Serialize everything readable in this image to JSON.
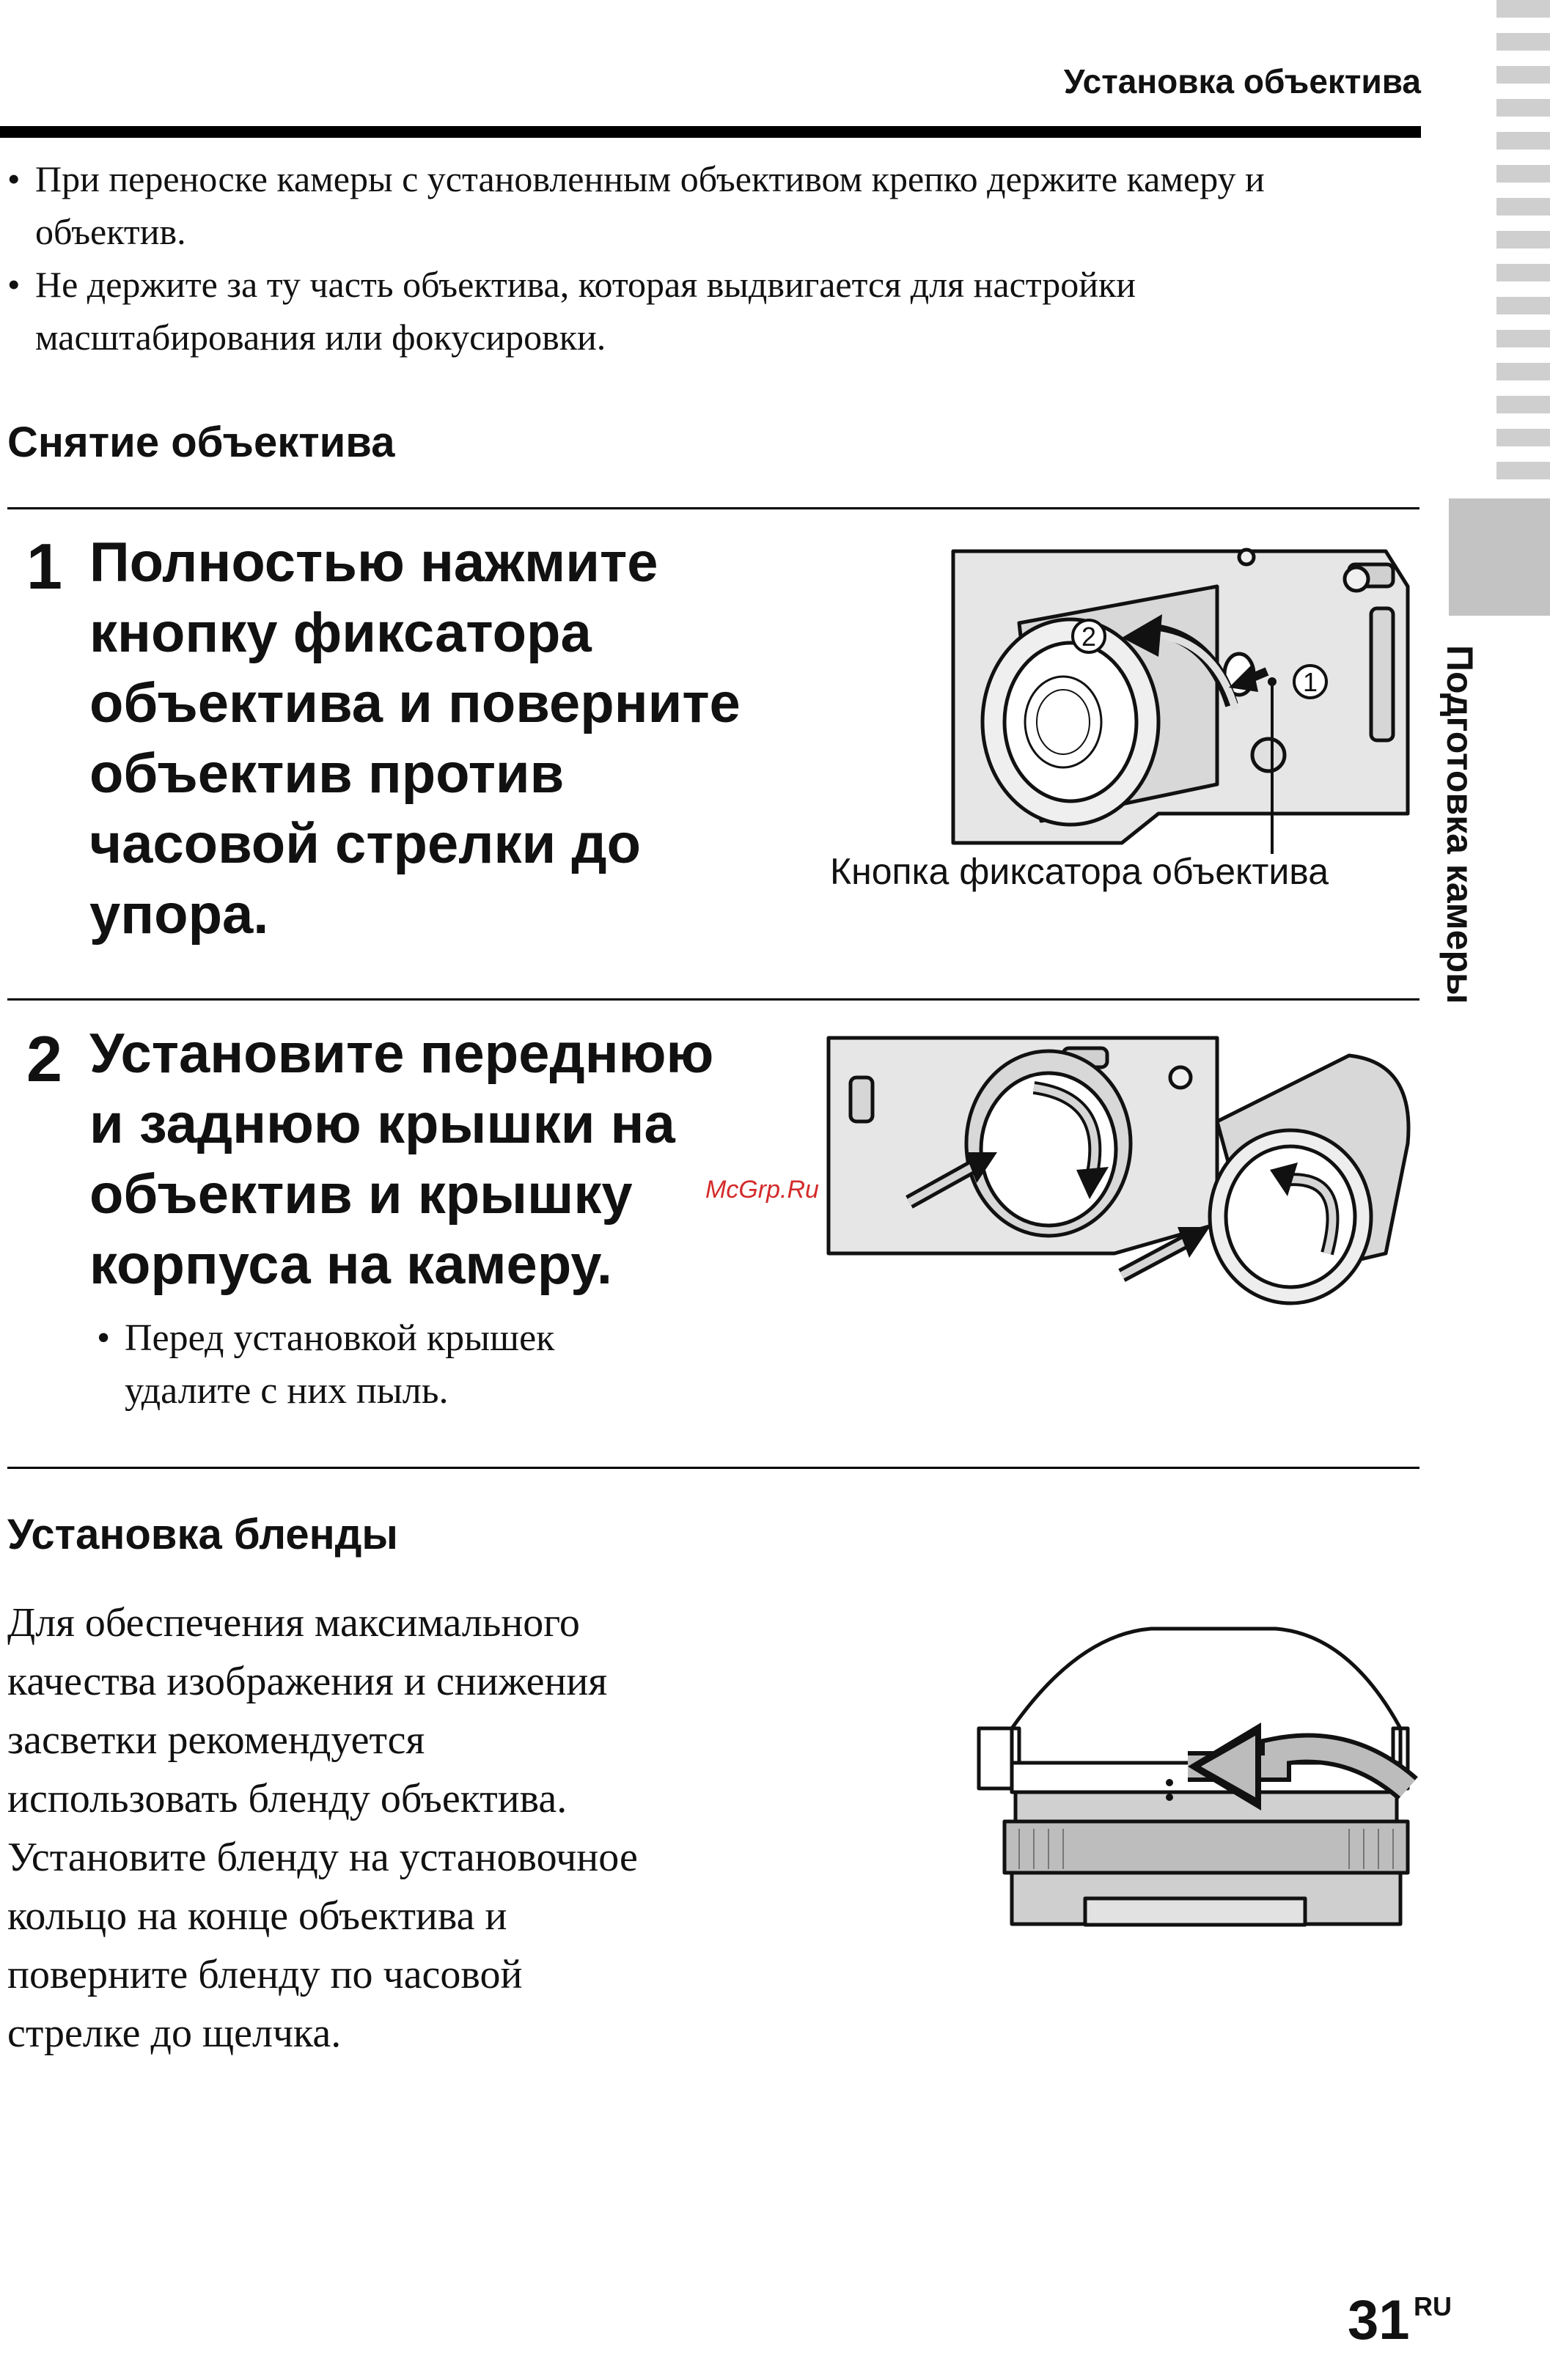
{
  "header": {
    "section_title": "Установка объектива"
  },
  "intro_bullets": [
    "При переноске камеры с установленным объективом крепко держите камеру и объектив.",
    "Не держите за ту часть объектива, которая выдвигается для настройки масштабирования или фокусировки."
  ],
  "removal": {
    "heading": "Снятие объектива",
    "step1": {
      "number": "1",
      "lines": [
        "Полностью нажмите",
        "кнопку фиксатора",
        "объектива и поверните",
        "объектив против",
        "часовой стрелки до",
        "упора."
      ],
      "figure_caption": "Кнопка фиксатора объектива",
      "callouts": [
        "2",
        "1"
      ]
    },
    "step2": {
      "number": "2",
      "lines": [
        "Установите переднюю",
        "и заднюю крышки на",
        "объектив и крышку",
        "корпуса на камеру."
      ],
      "note": [
        "Перед установкой крышек",
        "удалите с них пыль."
      ]
    }
  },
  "watermark": "McGrp.Ru",
  "hood": {
    "heading": "Установка бленды",
    "lines": [
      "Для обеспечения максимального",
      "качества изображения и снижения",
      "засветки рекомендуется",
      "использовать бленду объектива.",
      "Установите бленду на установочное",
      "кольцо на конце объектива и",
      "поверните бленду по часовой",
      "стрелке до щелчка."
    ]
  },
  "side_tab": {
    "label": "Подготовка камеры"
  },
  "footer": {
    "page_number": "31",
    "locale": "RU"
  }
}
